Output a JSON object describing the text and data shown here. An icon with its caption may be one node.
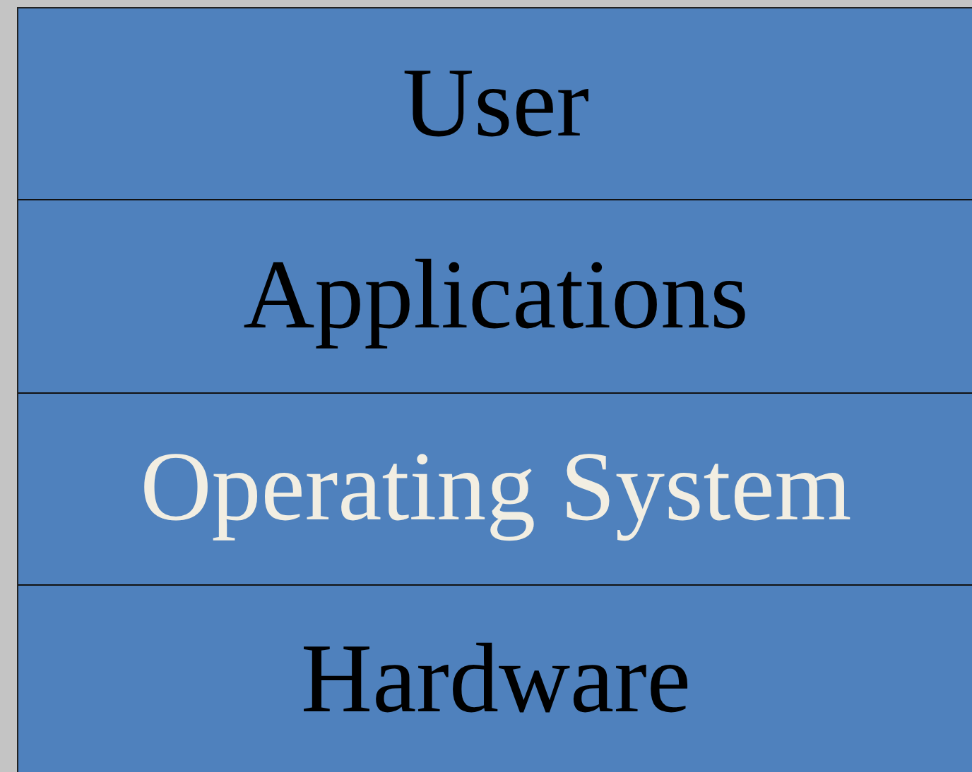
{
  "diagram": {
    "nodes": [
      {
        "text": [
          "User"
        ]
      },
      {
        "text": [
          "Applications"
        ]
      },
      {
        "text": [
          "Operating System"
        ]
      },
      {
        "text": [
          "Hardware"
        ]
      }
    ]
  }
}
